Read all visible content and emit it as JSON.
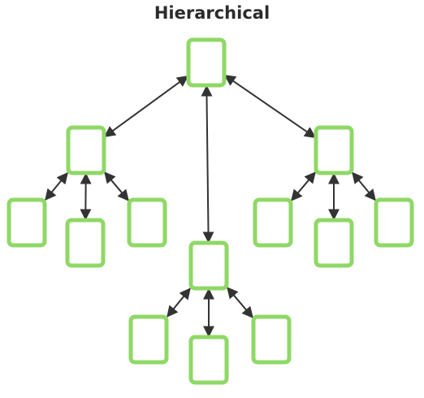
{
  "title": "Hierarchical",
  "colors": {
    "node_border": "#8fd866",
    "node_fill": "#ffffff",
    "edge": "#333333",
    "title_text": "#2b2b2b"
  },
  "diagram": {
    "type": "hierarchical-tree",
    "nodes": [
      {
        "id": "root",
        "label": ""
      },
      {
        "id": "left",
        "label": ""
      },
      {
        "id": "middle",
        "label": ""
      },
      {
        "id": "right",
        "label": ""
      },
      {
        "id": "left-1",
        "label": ""
      },
      {
        "id": "left-2",
        "label": ""
      },
      {
        "id": "left-3",
        "label": ""
      },
      {
        "id": "middle-1",
        "label": ""
      },
      {
        "id": "middle-2",
        "label": ""
      },
      {
        "id": "middle-3",
        "label": ""
      },
      {
        "id": "right-1",
        "label": ""
      },
      {
        "id": "right-2",
        "label": ""
      },
      {
        "id": "right-3",
        "label": ""
      }
    ],
    "edges": [
      {
        "from": "root",
        "to": "left",
        "arrows": "both"
      },
      {
        "from": "root",
        "to": "middle",
        "arrows": "both"
      },
      {
        "from": "root",
        "to": "right",
        "arrows": "both"
      },
      {
        "from": "left",
        "to": "left-1",
        "arrows": "both"
      },
      {
        "from": "left",
        "to": "left-2",
        "arrows": "both"
      },
      {
        "from": "left",
        "to": "left-3",
        "arrows": "both"
      },
      {
        "from": "middle",
        "to": "middle-1",
        "arrows": "both"
      },
      {
        "from": "middle",
        "to": "middle-2",
        "arrows": "both"
      },
      {
        "from": "middle",
        "to": "middle-3",
        "arrows": "both"
      },
      {
        "from": "right",
        "to": "right-1",
        "arrows": "both"
      },
      {
        "from": "right",
        "to": "right-2",
        "arrows": "both"
      },
      {
        "from": "right",
        "to": "right-3",
        "arrows": "both"
      }
    ]
  }
}
